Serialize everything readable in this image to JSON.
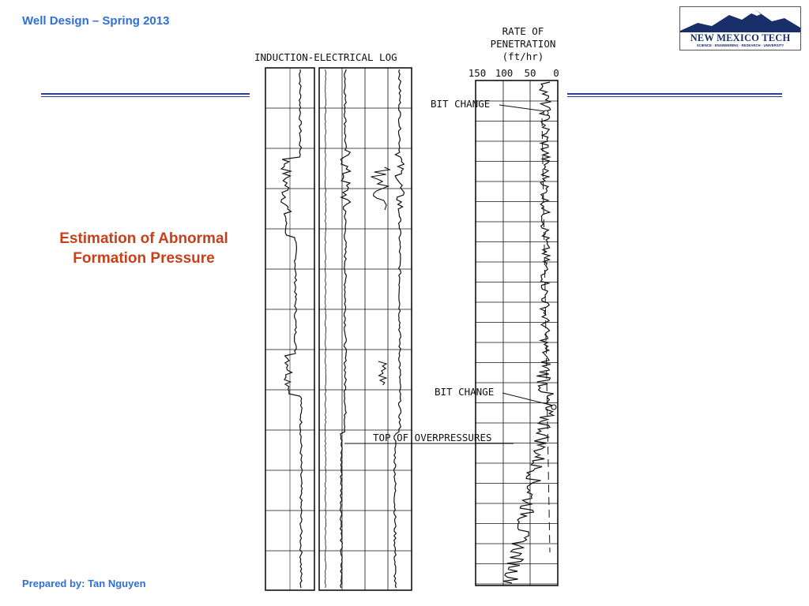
{
  "header": {
    "title": "Well Design – Spring 2013"
  },
  "logo": {
    "name": "NEW MEXICO TECH",
    "tagline": "SCIENCE · ENGINEERING · RESEARCH · UNIVERSITY"
  },
  "slide": {
    "title_line1": "Estimation of Abnormal",
    "title_line2": "Formation Pressure"
  },
  "footer": {
    "prepared_by": "Prepared by: Tan Nguyen"
  },
  "colors": {
    "header_blue": "#2f6fd6",
    "title_red": "#c8401a",
    "rule_navy": "#2a3f9a"
  },
  "figure": {
    "log_title": "INDUCTION-ELECTRICAL LOG",
    "rop_title_line1": "RATE OF",
    "rop_title_line2": "PENETRATION",
    "rop_units": "(ft/hr)",
    "rop_ticks": [
      "150",
      "100",
      "50",
      "0"
    ],
    "annotations": {
      "bit_change_upper": "BIT CHANGE",
      "bit_change_lower": "BIT CHANGE",
      "top_of_overpressures": "TOP OF OVERPRESSURES"
    }
  }
}
